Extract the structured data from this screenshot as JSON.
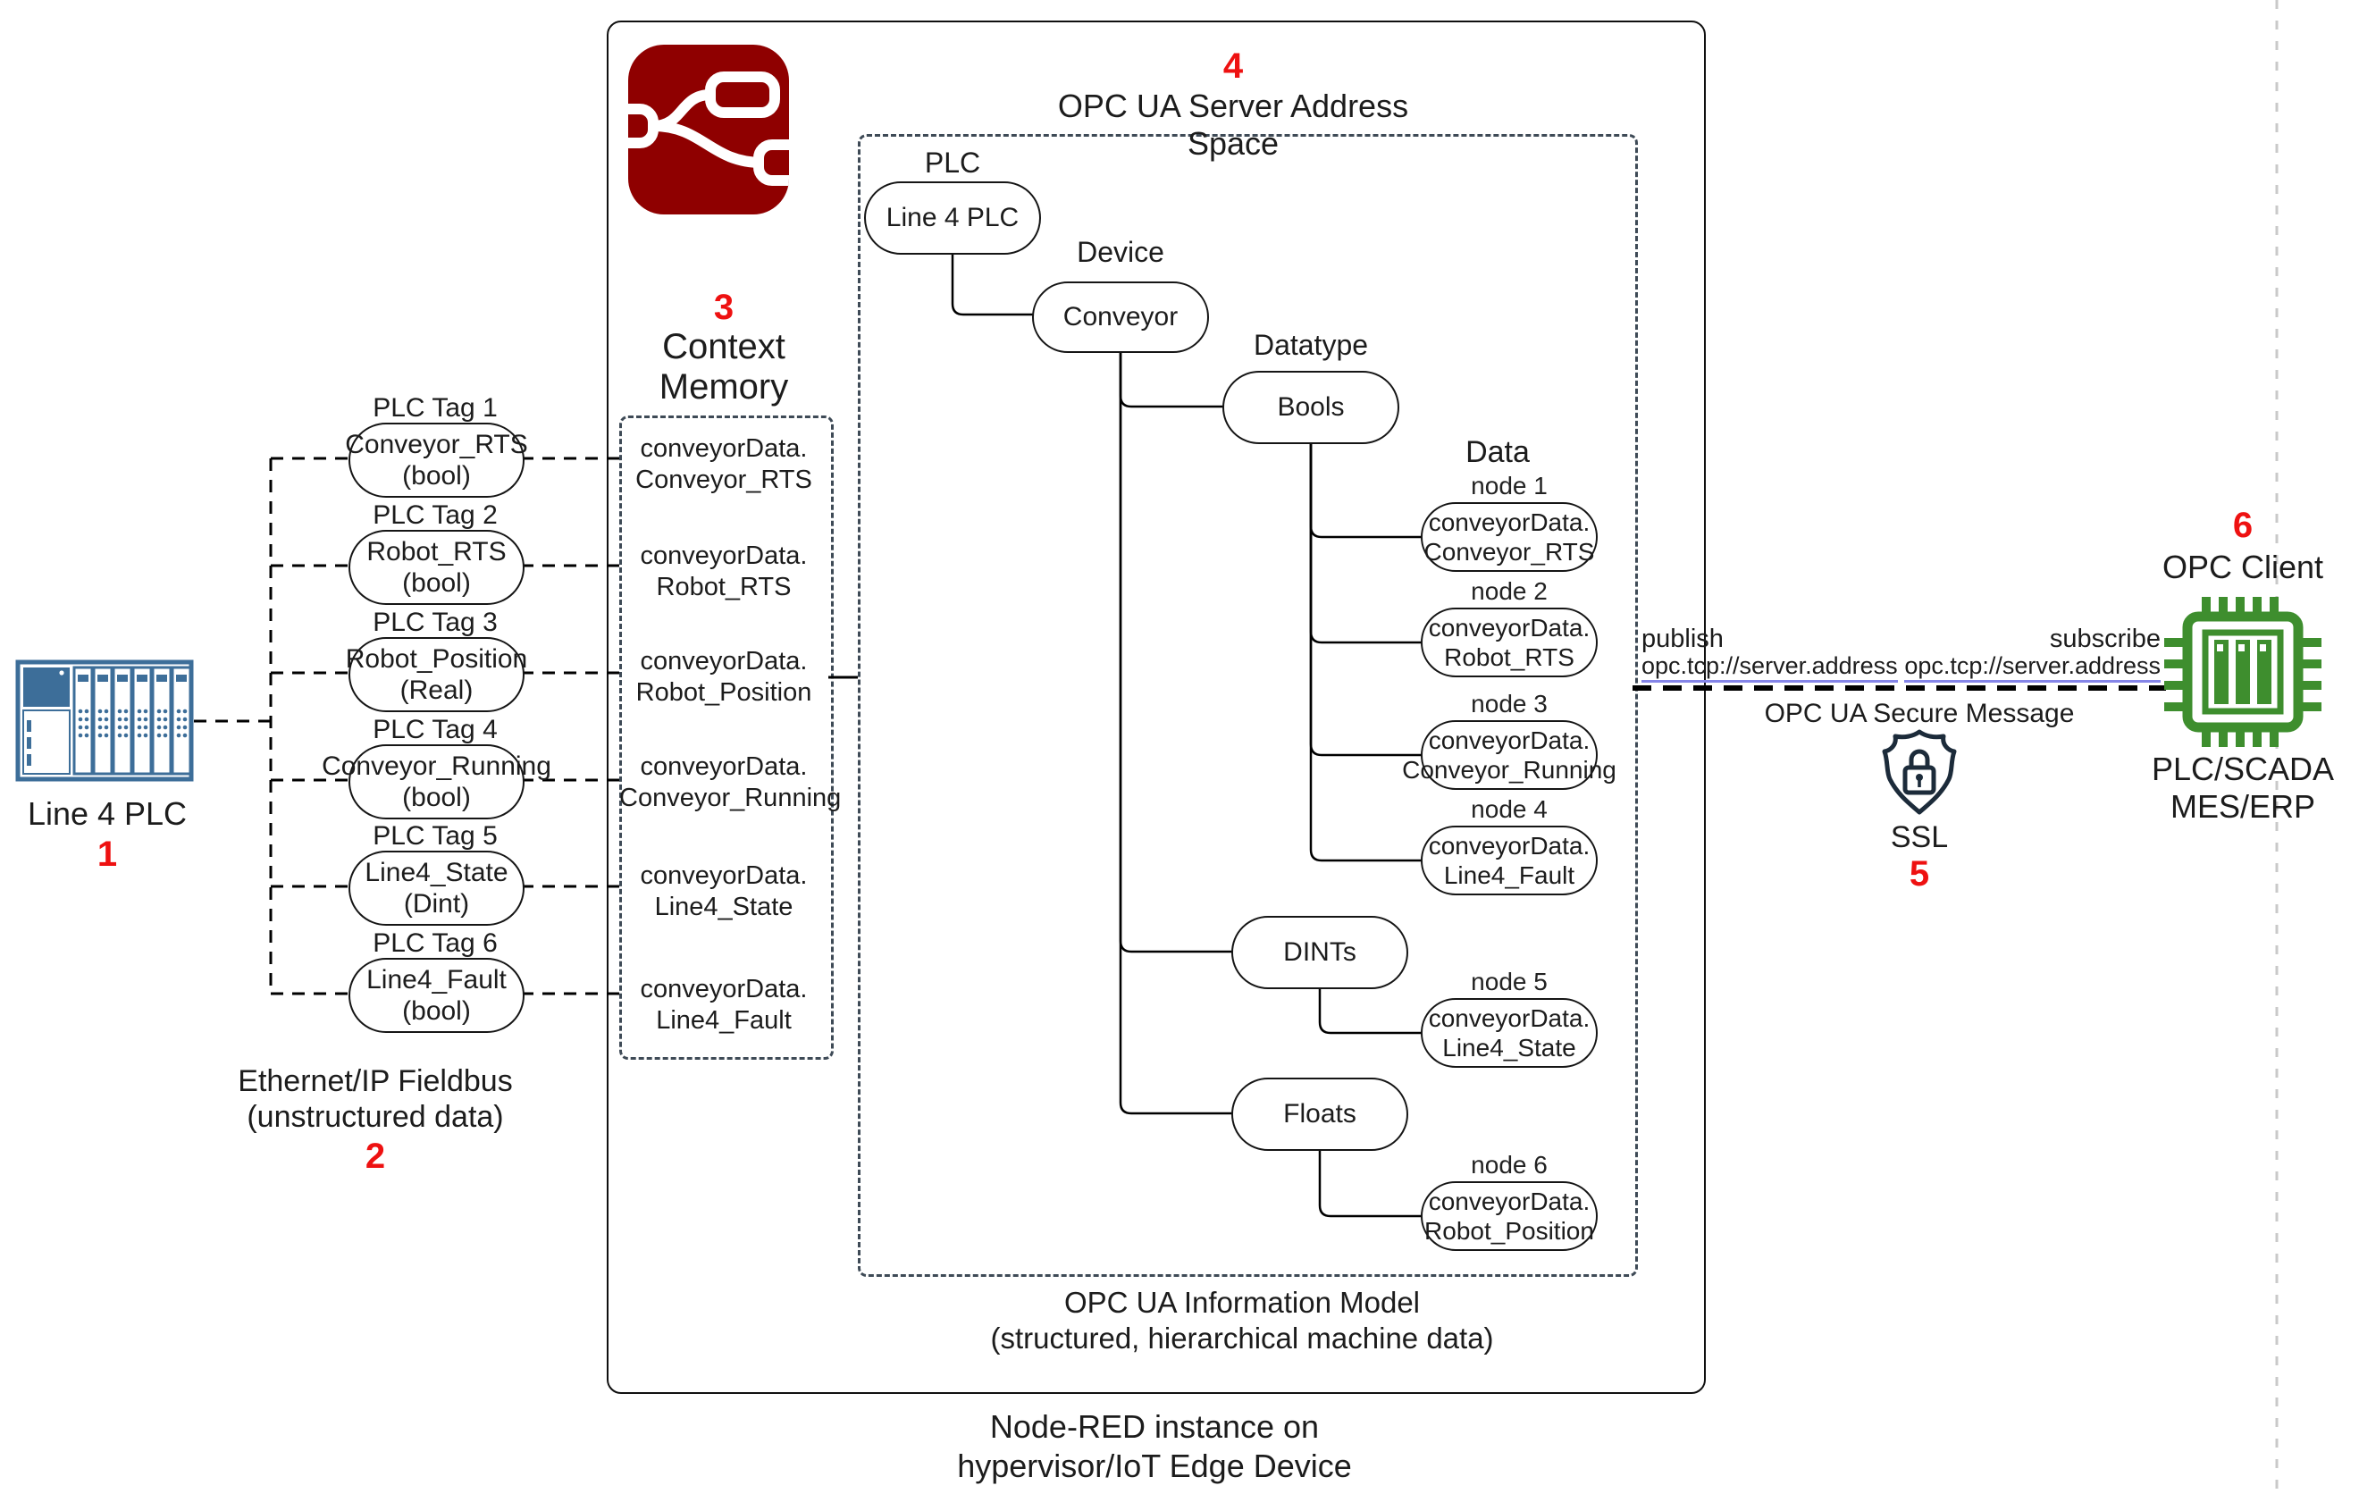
{
  "colors": {
    "accent_red": "#ee1111",
    "node_red_maroon": "#8f0000",
    "plc_blue": "#3d6e99",
    "chip_green": "#3e8e2e",
    "shield_navy": "#1c2b3a",
    "slate_dash": "#3e4a56",
    "link_underline": "#8585e8"
  },
  "station": {
    "label": "Line 4 PLC",
    "number": "1"
  },
  "fieldbus": {
    "number": "2",
    "caption_line1": "Ethernet/IP Fieldbus",
    "caption_line2": "(unstructured data)",
    "tags": [
      {
        "title": "PLC Tag 1",
        "name": "Conveyor_RTS",
        "type": "(bool)"
      },
      {
        "title": "PLC Tag 2",
        "name": "Robot_RTS",
        "type": "(bool)"
      },
      {
        "title": "PLC Tag 3",
        "name": "Robot_Position",
        "type": "(Real)"
      },
      {
        "title": "PLC Tag 4",
        "name": "Conveyor_Running",
        "type": "(bool)"
      },
      {
        "title": "PLC Tag 5",
        "name": "Line4_State",
        "type": "(Dint)"
      },
      {
        "title": "PLC Tag 6",
        "name": "Line4_Fault",
        "type": "(bool)"
      }
    ]
  },
  "context_memory": {
    "number": "3",
    "title_line1": "Context",
    "title_line2": "Memory",
    "entries": [
      {
        "line1": "conveyorData.",
        "line2": "Conveyor_RTS"
      },
      {
        "line1": "conveyorData.",
        "line2": "Robot_RTS"
      },
      {
        "line1": "conveyorData.",
        "line2": "Robot_Position"
      },
      {
        "line1": "conveyorData.",
        "line2": "Conveyor_Running"
      },
      {
        "line1": "conveyorData.",
        "line2": "Line4_State"
      },
      {
        "line1": "conveyorData.",
        "line2": "Line4_Fault"
      }
    ]
  },
  "address_space": {
    "number": "4",
    "title": "OPC UA Server Address Space",
    "level_plc": "PLC",
    "level_device": "Device",
    "level_datatype": "Datatype",
    "level_data": "Data",
    "plc_node": "Line 4 PLC",
    "device_node": "Conveyor",
    "datatype_nodes": [
      "Bools",
      "DINTs",
      "Floats"
    ],
    "data_nodes": [
      {
        "label": "node 1",
        "line1": "conveyorData.",
        "line2": "Conveyor_RTS"
      },
      {
        "label": "node 2",
        "line1": "conveyorData.",
        "line2": "Robot_RTS"
      },
      {
        "label": "node 3",
        "line1": "conveyorData.",
        "line2": "Conveyor_Running"
      },
      {
        "label": "node 4",
        "line1": "conveyorData.",
        "line2": "Line4_Fault"
      },
      {
        "label": "node 5",
        "line1": "conveyorData.",
        "line2": "Line4_State"
      },
      {
        "label": "node 6",
        "line1": "conveyorData.",
        "line2": "Robot_Position"
      }
    ],
    "caption_line1": "OPC UA Information Model",
    "caption_line2": "(structured, hierarchical machine data)"
  },
  "node_red": {
    "caption_line1": "Node-RED instance on",
    "caption_line2": "hypervisor/IoT Edge Device"
  },
  "connection": {
    "publish_label": "publish",
    "publish_address": "opc.tcp://server.address",
    "subscribe_label": "subscribe",
    "subscribe_address": "opc.tcp://server.address",
    "secure_label": "OPC UA Secure Message",
    "ssl_label": "SSL",
    "number": "5"
  },
  "opc_client": {
    "number": "6",
    "title": "OPC Client",
    "caption_line1": "PLC/SCADA",
    "caption_line2": "MES/ERP"
  }
}
